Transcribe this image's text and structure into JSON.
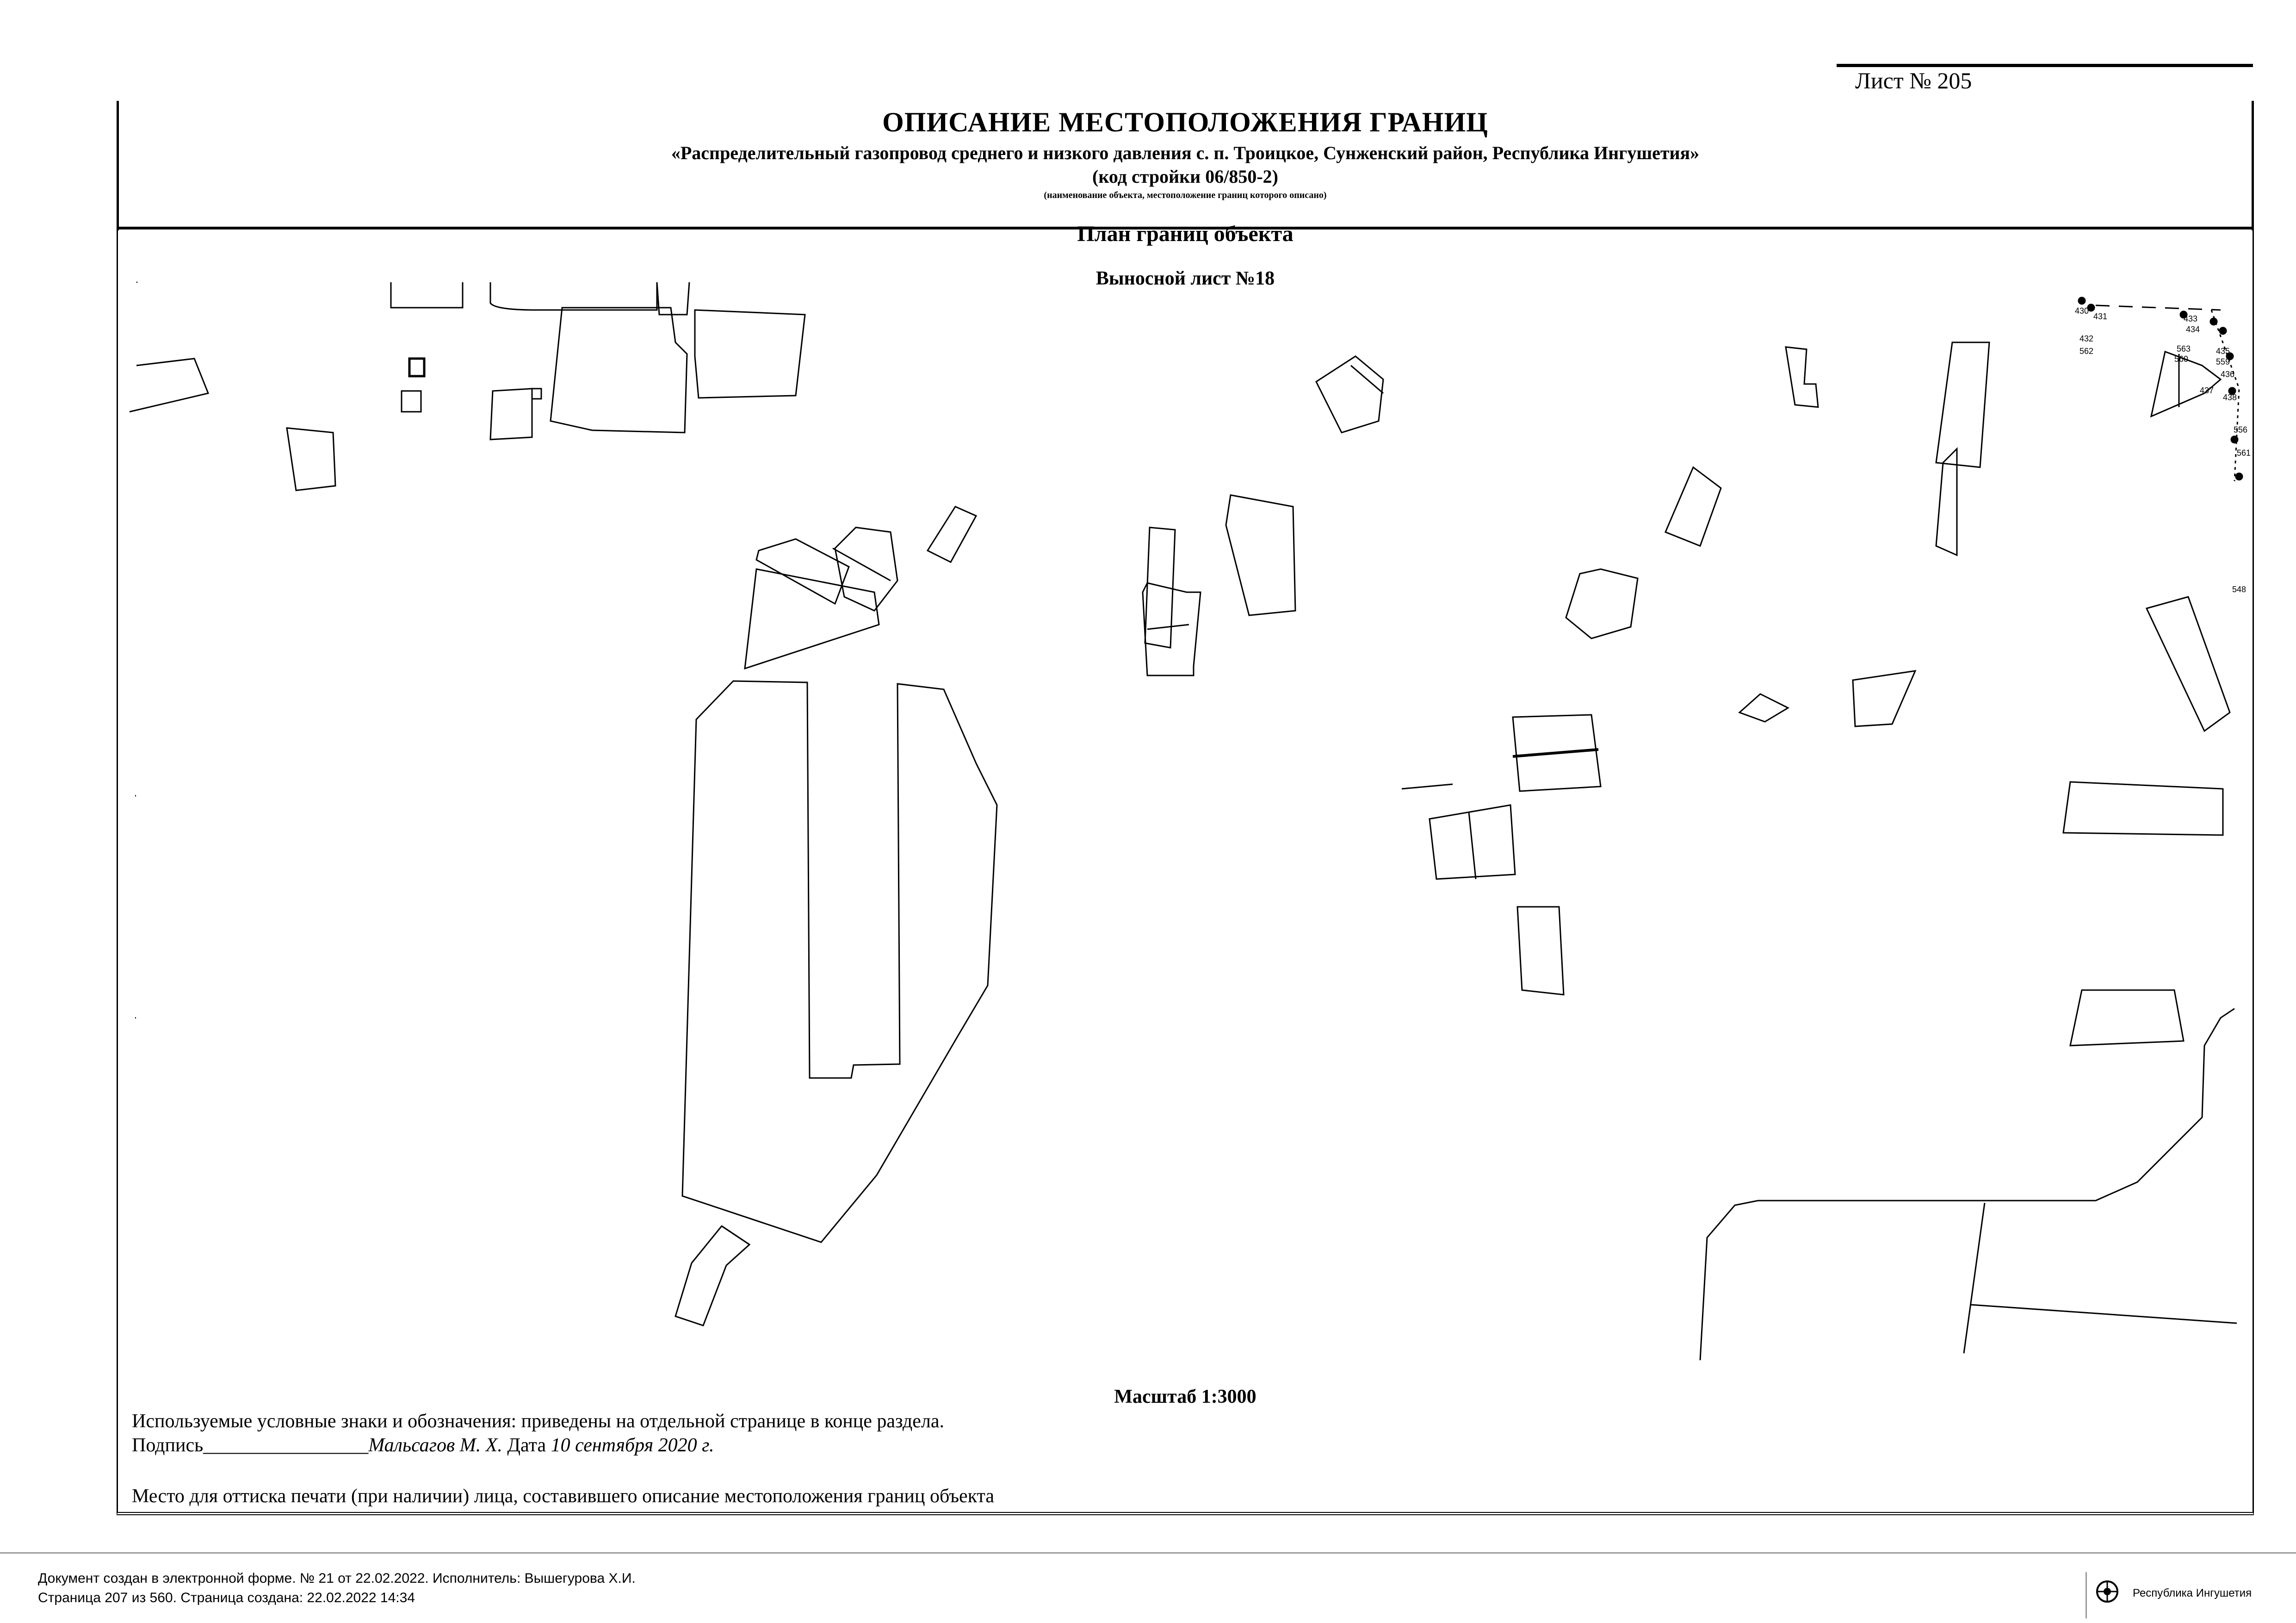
{
  "sheet_number": "Лист № 205",
  "header": {
    "title": "ОПИСАНИЕ МЕСТОПОЛОЖЕНИЯ ГРАНИЦ",
    "subtitle": "«Распределительный газопровод среднего и низкого давления с. п. Троицкое, Сунженский район, Республика Ингушетия»",
    "code": "(код стройки 06/850-2)",
    "note": "(наименование объекта, местоположение границ которого описано)"
  },
  "plan": {
    "title": "План границ объекта",
    "sheet": "Выносной лист №18",
    "point_labels": [
      "430",
      "431",
      "432",
      "562",
      "433",
      "434",
      "563",
      "560",
      "435",
      "559",
      "436",
      "437",
      "438",
      "556",
      "561",
      "548"
    ]
  },
  "scale": "Масштаб 1:3000",
  "legend": "Используемые условные знаки и обозначения: приведены на отдельной странице в конце раздела.",
  "signature": {
    "label": "Подпись",
    "line": "_________________",
    "name": "Мальсагов М. Х.",
    "date_label": "Дата",
    "date": "10 сентября 2020 г."
  },
  "stamp_place": "Место для оттиска печати (при наличии) лица, составившего описание местоположения границ объекта",
  "footer": {
    "line1": "Документ создан в электронной форме. № 21 от 22.02.2022. Исполнитель: Вышегурова Х.И.",
    "line2": "Страница 207 из 560. Страница создана: 22.02.2022 14:34",
    "logo_text": "Республика Ингушетия"
  }
}
